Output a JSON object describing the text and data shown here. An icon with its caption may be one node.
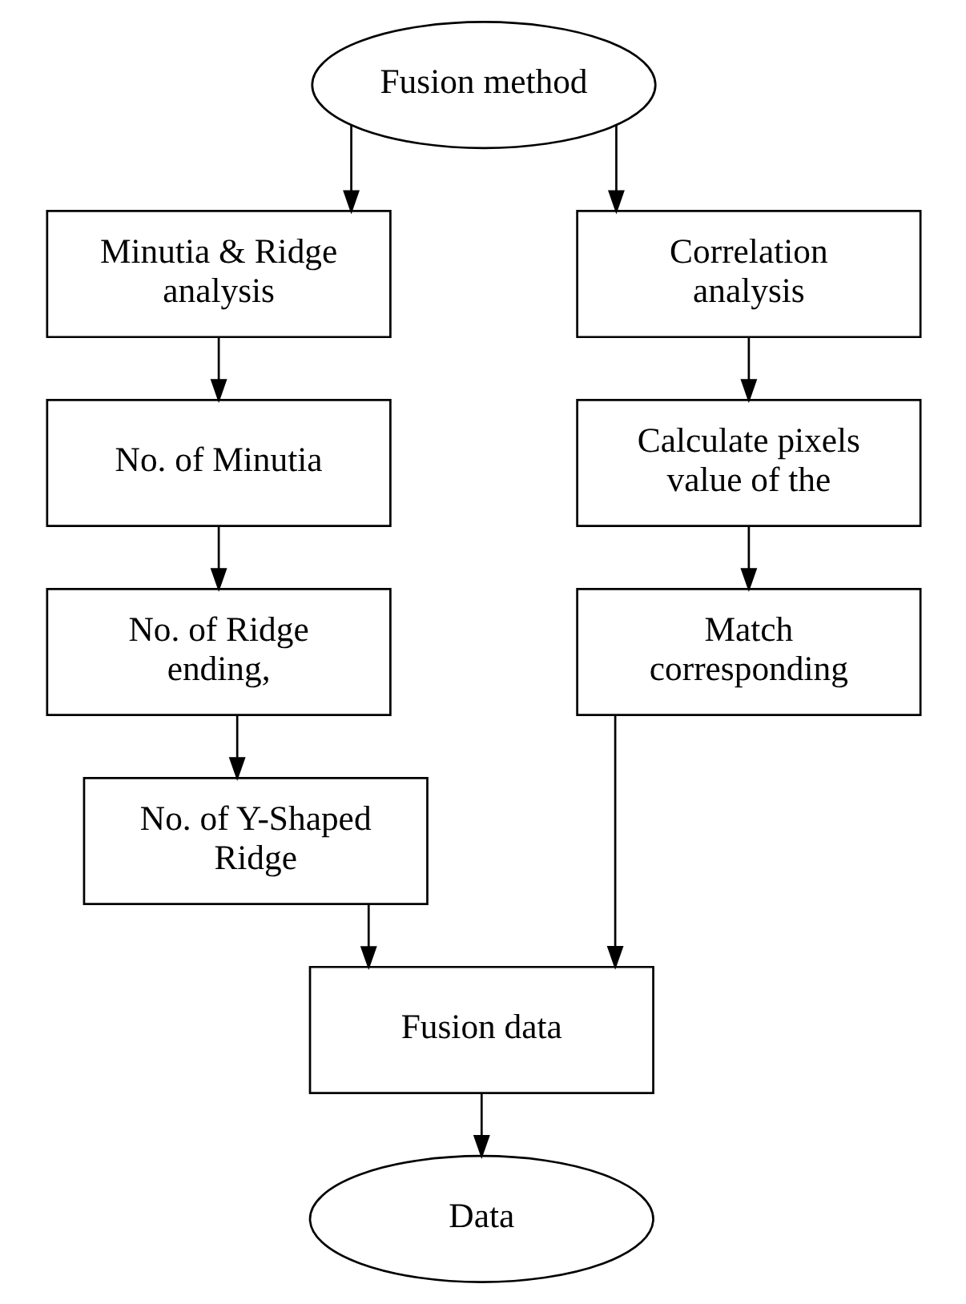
{
  "diagram": {
    "nodes": [
      {
        "text": [
          "Fusion method"
        ]
      },
      {
        "text": [
          "Minutia & Ridge analysis"
        ]
      },
      {
        "text": [
          "Correlation analysis"
        ]
      },
      {
        "text": [
          "No. of Minutia"
        ]
      },
      {
        "text": [
          "Calculate pixels value of the"
        ]
      },
      {
        "text": [
          "No. of Ridge ending,"
        ]
      },
      {
        "text": [
          "Match corresponding"
        ]
      },
      {
        "text": [
          "No. of Y-Shaped Ridge"
        ]
      },
      {
        "text": [
          "Fusion data"
        ]
      },
      {
        "text": [
          "Data"
        ]
      }
    ],
    "edges": [
      {
        "from": 0,
        "to": 1,
        "arrow": "to"
      },
      {
        "from": 0,
        "to": 2,
        "arrow": "to"
      },
      {
        "from": 1,
        "to": 3,
        "arrow": "to"
      },
      {
        "from": 3,
        "to": 5,
        "arrow": "to"
      },
      {
        "from": 5,
        "to": 7,
        "arrow": "to"
      },
      {
        "from": 2,
        "to": 4,
        "arrow": "to"
      },
      {
        "from": 4,
        "to": 6,
        "arrow": "to"
      },
      {
        "from": 7,
        "to": 8,
        "arrow": "to"
      },
      {
        "from": 6,
        "to": 8,
        "arrow": "to"
      },
      {
        "from": 8,
        "to": 9,
        "arrow": "to"
      }
    ]
  }
}
